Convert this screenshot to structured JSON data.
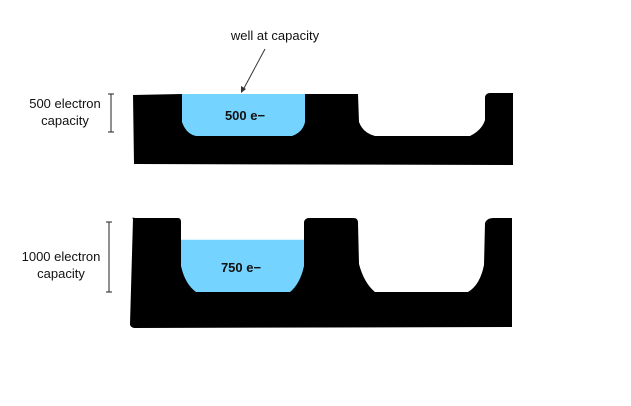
{
  "annotation": "well at capacity",
  "rows": [
    {
      "capacity_label_line1": "500 electron",
      "capacity_label_line2": "capacity",
      "well_value_label": "500 e−",
      "fill_fraction": 1.0
    },
    {
      "capacity_label_line1": "1000 electron",
      "capacity_label_line2": "capacity",
      "well_value_label": "750 e−",
      "fill_fraction": 0.75
    }
  ],
  "colors": {
    "substrate": "#000000",
    "charge": "#75d4ff"
  }
}
